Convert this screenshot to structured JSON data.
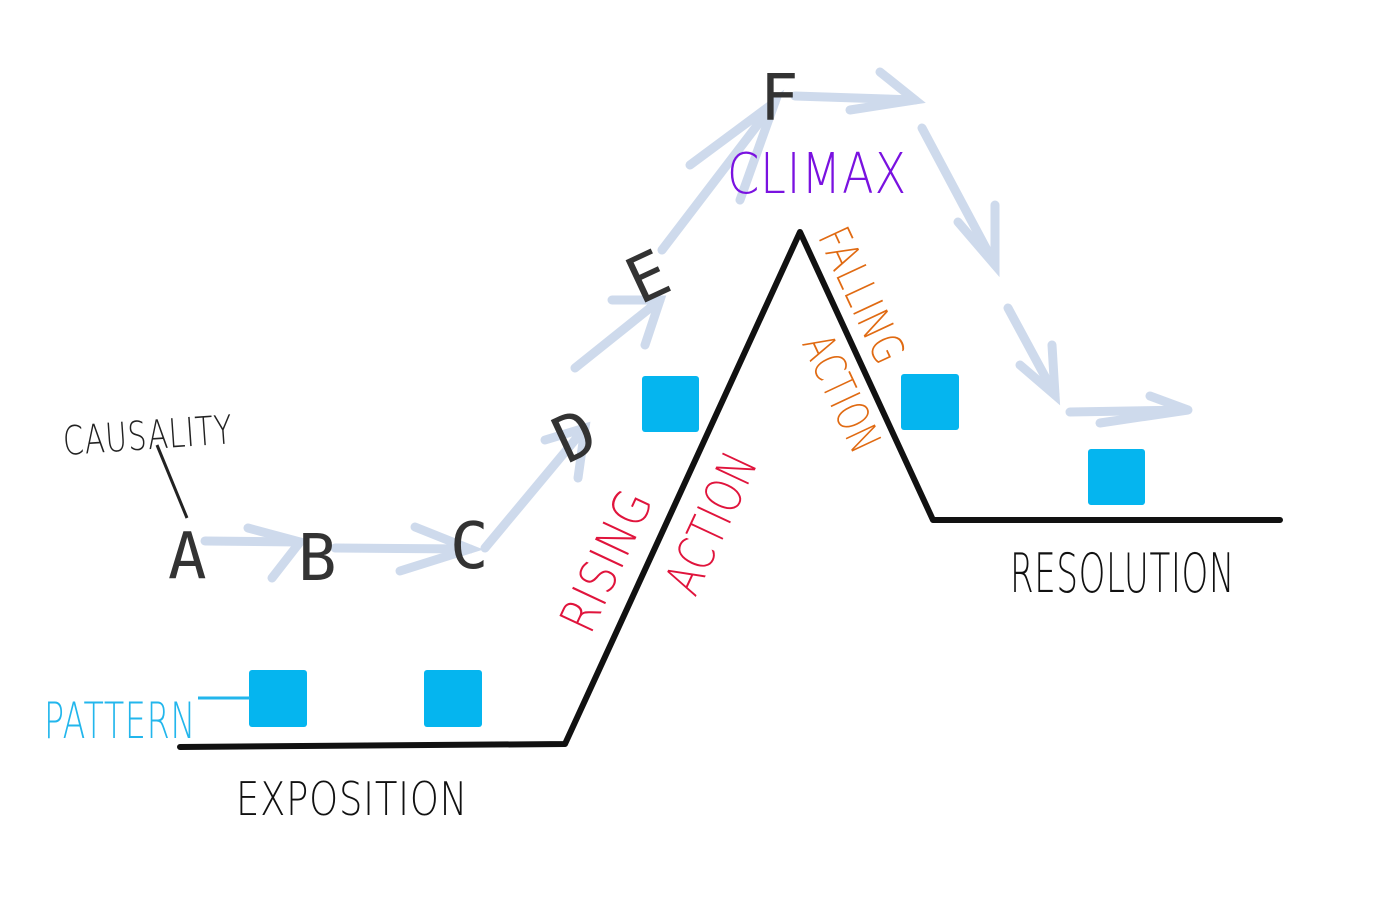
{
  "colors": {
    "line": "#111111",
    "arrow": "#c9d6ea",
    "square": "#05b5ef",
    "climax": "#7a12e0",
    "rising_action": "#e0143c",
    "falling_action": "#e06a12",
    "pattern": "#22b6ec",
    "letters": "#333333"
  },
  "labels": {
    "causality": "CAUSALITY",
    "pattern": "PATTERN",
    "exposition": "EXPOSITION",
    "rising": "RISING",
    "rising_action": "ACTION",
    "climax": "CLIMAX",
    "falling": "FALLING",
    "falling_action": "ACTION",
    "resolution": "RESOLUTION"
  },
  "events": [
    "A",
    "B",
    "C",
    "D",
    "E",
    "F"
  ]
}
